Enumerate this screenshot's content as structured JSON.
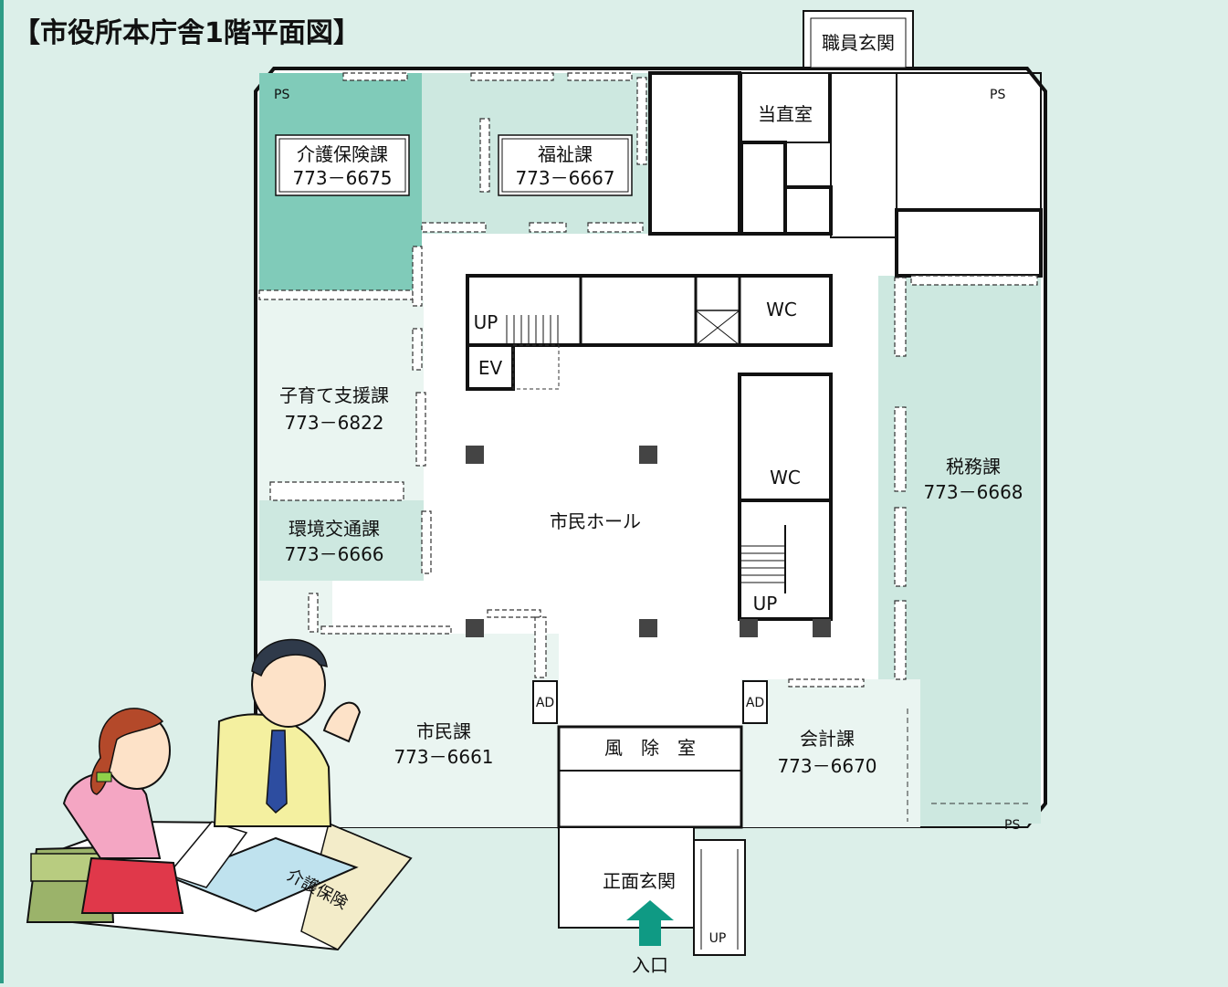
{
  "title": "【市役所本庁舎1階平面図】",
  "departments": [
    {
      "name": "介護保険課",
      "phone": "773－6675"
    },
    {
      "name": "福祉課",
      "phone": "773－6667"
    },
    {
      "name": "子育て支援課",
      "phone": "773－6822"
    },
    {
      "name": "環境交通課",
      "phone": "773－6666"
    },
    {
      "name": "税務課",
      "phone": "773－6668"
    },
    {
      "name": "市民課",
      "phone": "773－6661"
    },
    {
      "name": "会計課",
      "phone": "773－6670"
    }
  ],
  "rooms": {
    "staff_entrance": "職員玄関",
    "touchoku": "当直室",
    "wc": "WC",
    "up": "UP",
    "ev": "EV",
    "ps": "PS",
    "ad": "AD",
    "hall": "市民ホール",
    "windbreak": "風　除　室",
    "main_entrance": "正面玄関",
    "entrance": "入口"
  },
  "document_text": "介護保険",
  "colors": {
    "background": "#dcefe9",
    "accent_dark": "#80cbb9",
    "accent_light": "#cde8e0",
    "arrow": "#0f9a84"
  }
}
